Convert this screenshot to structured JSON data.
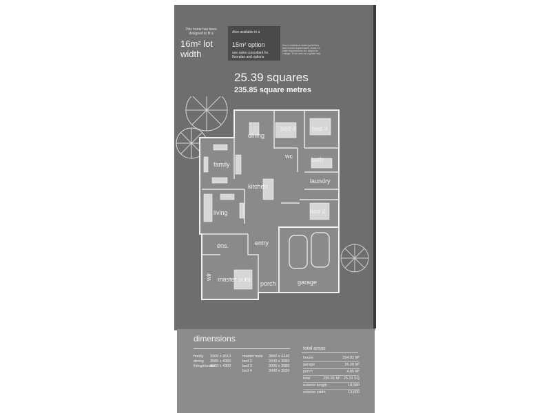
{
  "lot": {
    "designed_line": "This home has been designed to fit a",
    "width_label": "16m² lot width"
  },
  "option": {
    "available_line": "Also available in a",
    "option_label": "15m² option",
    "consult_note": "see sales consultant for floorplan and options"
  },
  "disclaimer": "Due to individual estate guidelines and council requirements, home lot width requirements are subject to change. To be used as a guide only.",
  "area": {
    "squares": "25.39 squares",
    "square_metres": "235.85 square metres"
  },
  "rooms": {
    "dining": "dining",
    "bed4": "bed 4",
    "bed3": "bed 3",
    "family": "family",
    "wc": "wc",
    "bath": "bath",
    "kitchen": "kitchen",
    "laundry": "laundry",
    "living": "living",
    "bed2": "bed 2",
    "ens": "ens.",
    "entry": "entry",
    "wir": "wir",
    "master_suite": "master suite",
    "porch": "porch",
    "garage": "garage"
  },
  "dimensions": {
    "title": "dimensions",
    "col1": [
      {
        "label": "family",
        "value": "3300 x 4510"
      },
      {
        "label": "dining",
        "value": "3585 x 4350"
      },
      {
        "label": "living/theatre",
        "value": ""
      },
      {
        "label": "",
        "value": "4060 x 4300"
      }
    ],
    "col2": [
      {
        "label": "master suite",
        "value": "3860 x 4340"
      },
      {
        "label": "bed 2",
        "value": "3440 x 3080"
      },
      {
        "label": "bed 3",
        "value": "3000 x 3080"
      },
      {
        "label": "bed 4",
        "value": "3000 x 3030"
      }
    ]
  },
  "total_areas": {
    "title": "total areas",
    "rows": [
      {
        "label": "house",
        "value": "194.82 M²"
      },
      {
        "label": "garage",
        "value": "36.28 M²"
      },
      {
        "label": "porch",
        "value": "4.85 M²"
      },
      {
        "label": "total",
        "value": "235.85 M² - 25.39 SQ"
      },
      {
        "label": "exterior length",
        "value": "18,580"
      },
      {
        "label": "exterior width",
        "value": "13,600"
      }
    ]
  }
}
